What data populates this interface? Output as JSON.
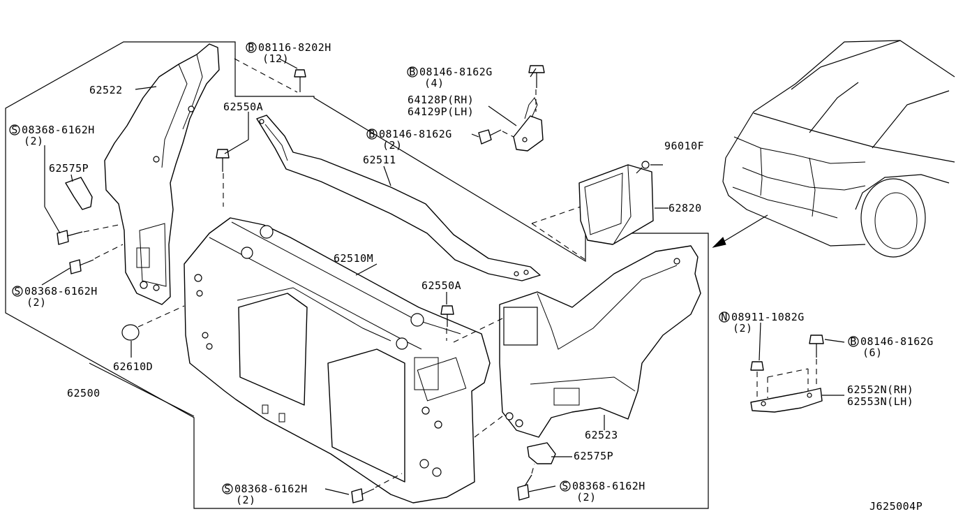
{
  "callouts": {
    "c_08116": {
      "code": "08116-8202H",
      "qty": "(12)",
      "prefix": "B"
    },
    "c_08146_top": {
      "code": "08146-8162G",
      "qty": "(4)",
      "prefix": "B"
    },
    "c_64128": {
      "line1": "64128P(RH)",
      "line2": "64129P(LH)"
    },
    "c_08146_mid": {
      "code": "08146-8162G",
      "qty": "(2)",
      "prefix": "B"
    },
    "c_96010": {
      "code": "96010F"
    },
    "c_62820": {
      "code": "62820"
    },
    "c_62522": {
      "code": "62522"
    },
    "c_62550a_top": {
      "code": "62550A"
    },
    "c_08368_tl": {
      "code": "08368-6162H",
      "qty": "(2)",
      "prefix": "S"
    },
    "c_62575p_l": {
      "code": "62575P"
    },
    "c_62511": {
      "code": "62511"
    },
    "c_62510m": {
      "code": "62510M"
    },
    "c_62550a_mid": {
      "code": "62550A"
    },
    "c_08368_ml": {
      "code": "08368-6162H",
      "qty": "(2)",
      "prefix": "S"
    },
    "c_62610d": {
      "code": "62610D"
    },
    "c_62500": {
      "code": "62500"
    },
    "c_62523": {
      "code": "62523"
    },
    "c_62575p_r": {
      "code": "62575P"
    },
    "c_08368_bc": {
      "code": "08368-6162H",
      "qty": "(2)",
      "prefix": "S"
    },
    "c_08368_br": {
      "code": "08368-6162H",
      "qty": "(2)",
      "prefix": "S"
    },
    "c_08911": {
      "code": "08911-1082G",
      "qty": "(2)",
      "prefix": "N"
    },
    "c_08146_r": {
      "code": "08146-8162G",
      "qty": "(6)",
      "prefix": "B"
    },
    "c_62552n": {
      "line1": "62552N(RH)",
      "line2": "62553N(LH)"
    }
  },
  "figure_id": "J625004P"
}
